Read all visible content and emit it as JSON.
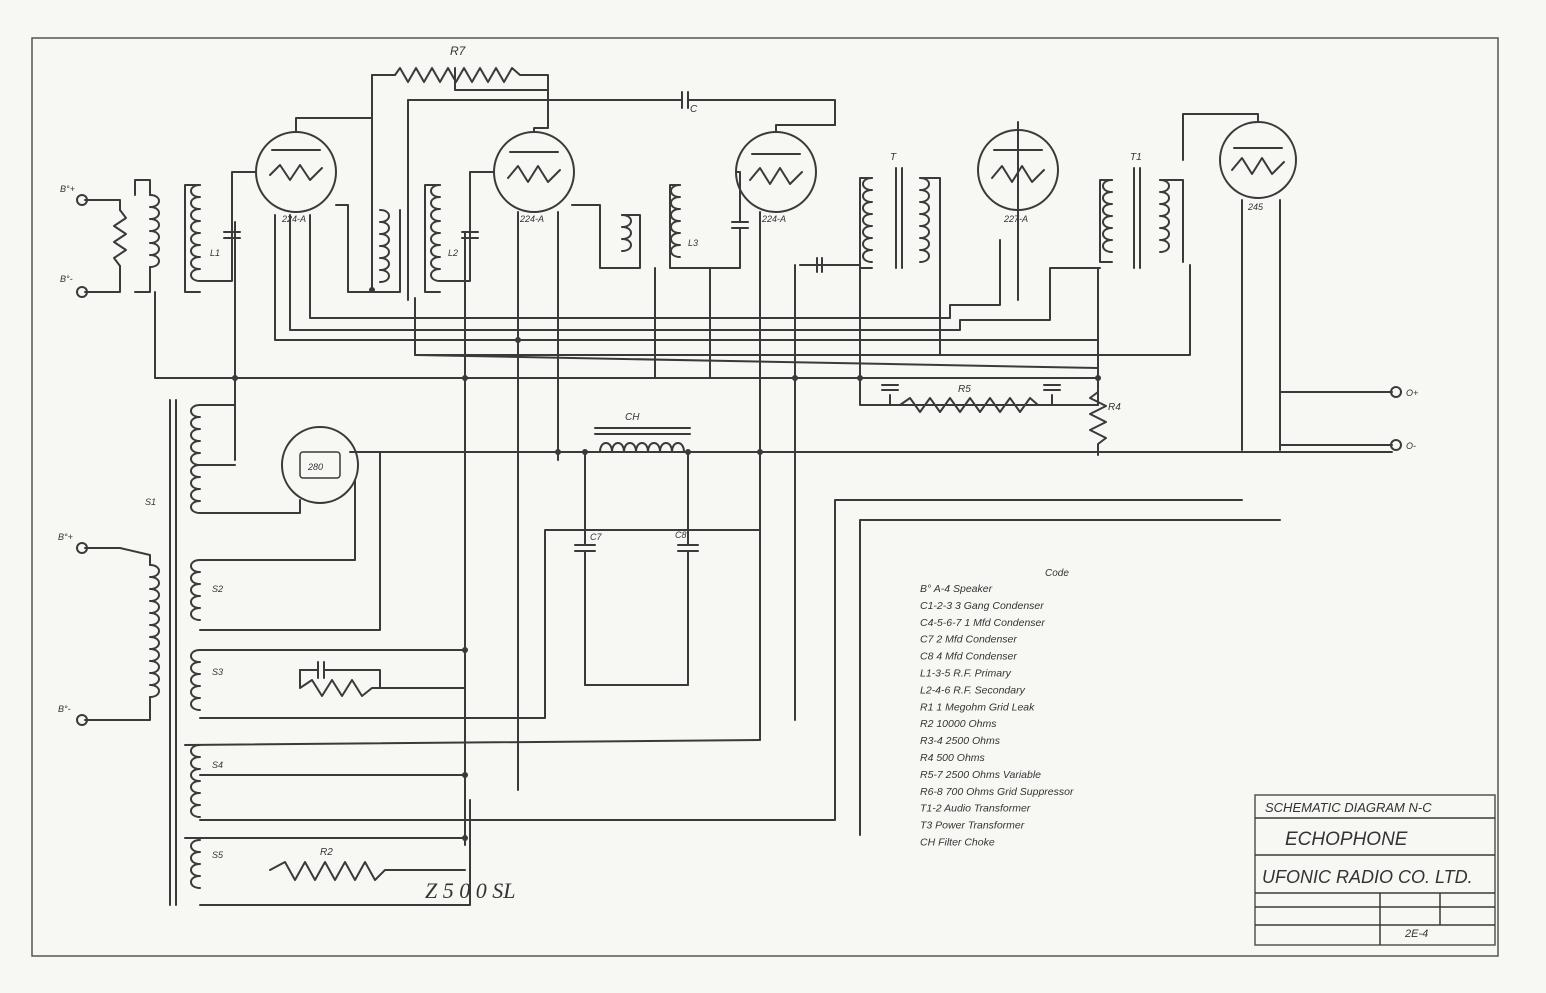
{
  "title_block": {
    "heading": "SCHEMATIC DIAGRAM N-C",
    "model": "ECHOPHONE",
    "company": "UFONIC RADIO CO. LTD.",
    "sheet_ref": "2E-4"
  },
  "annotation": "Z 5 0 0 SL",
  "legend": {
    "heading": "Code",
    "items": [
      "B° A-4 Speaker",
      "C1-2-3 3 Gang Condenser",
      "C4-5-6-7 1 Mfd Condenser",
      "C7 2 Mfd Condenser",
      "C8 4 Mfd Condenser",
      "L1-3-5 R.F. Primary",
      "L2-4-6 R.F. Secondary",
      "R1 1 Megohm Grid Leak",
      "R2 10000 Ohms",
      "R3-4 2500 Ohms",
      "R4 500 Ohms",
      "R5-7 2500 Ohms Variable",
      "R6-8 700 Ohms Grid Suppressor",
      "T1-2 Audio Transformer",
      "T3 Power Transformer",
      "CH Filter Choke"
    ]
  },
  "tube_labels": [
    "224-A",
    "224-A",
    "224-A",
    "227-A",
    "245",
    "280"
  ],
  "terminal_labels": [
    "B°+",
    "B°-",
    "B°+",
    "B°-",
    "O+",
    "O-"
  ],
  "component_labels": [
    "R7",
    "C",
    "T",
    "T1",
    "CH",
    "C7",
    "C8",
    "R4",
    "R5",
    "R2",
    "S1",
    "S2",
    "S3",
    "S4",
    "S5",
    "L1",
    "L2",
    "L3"
  ]
}
